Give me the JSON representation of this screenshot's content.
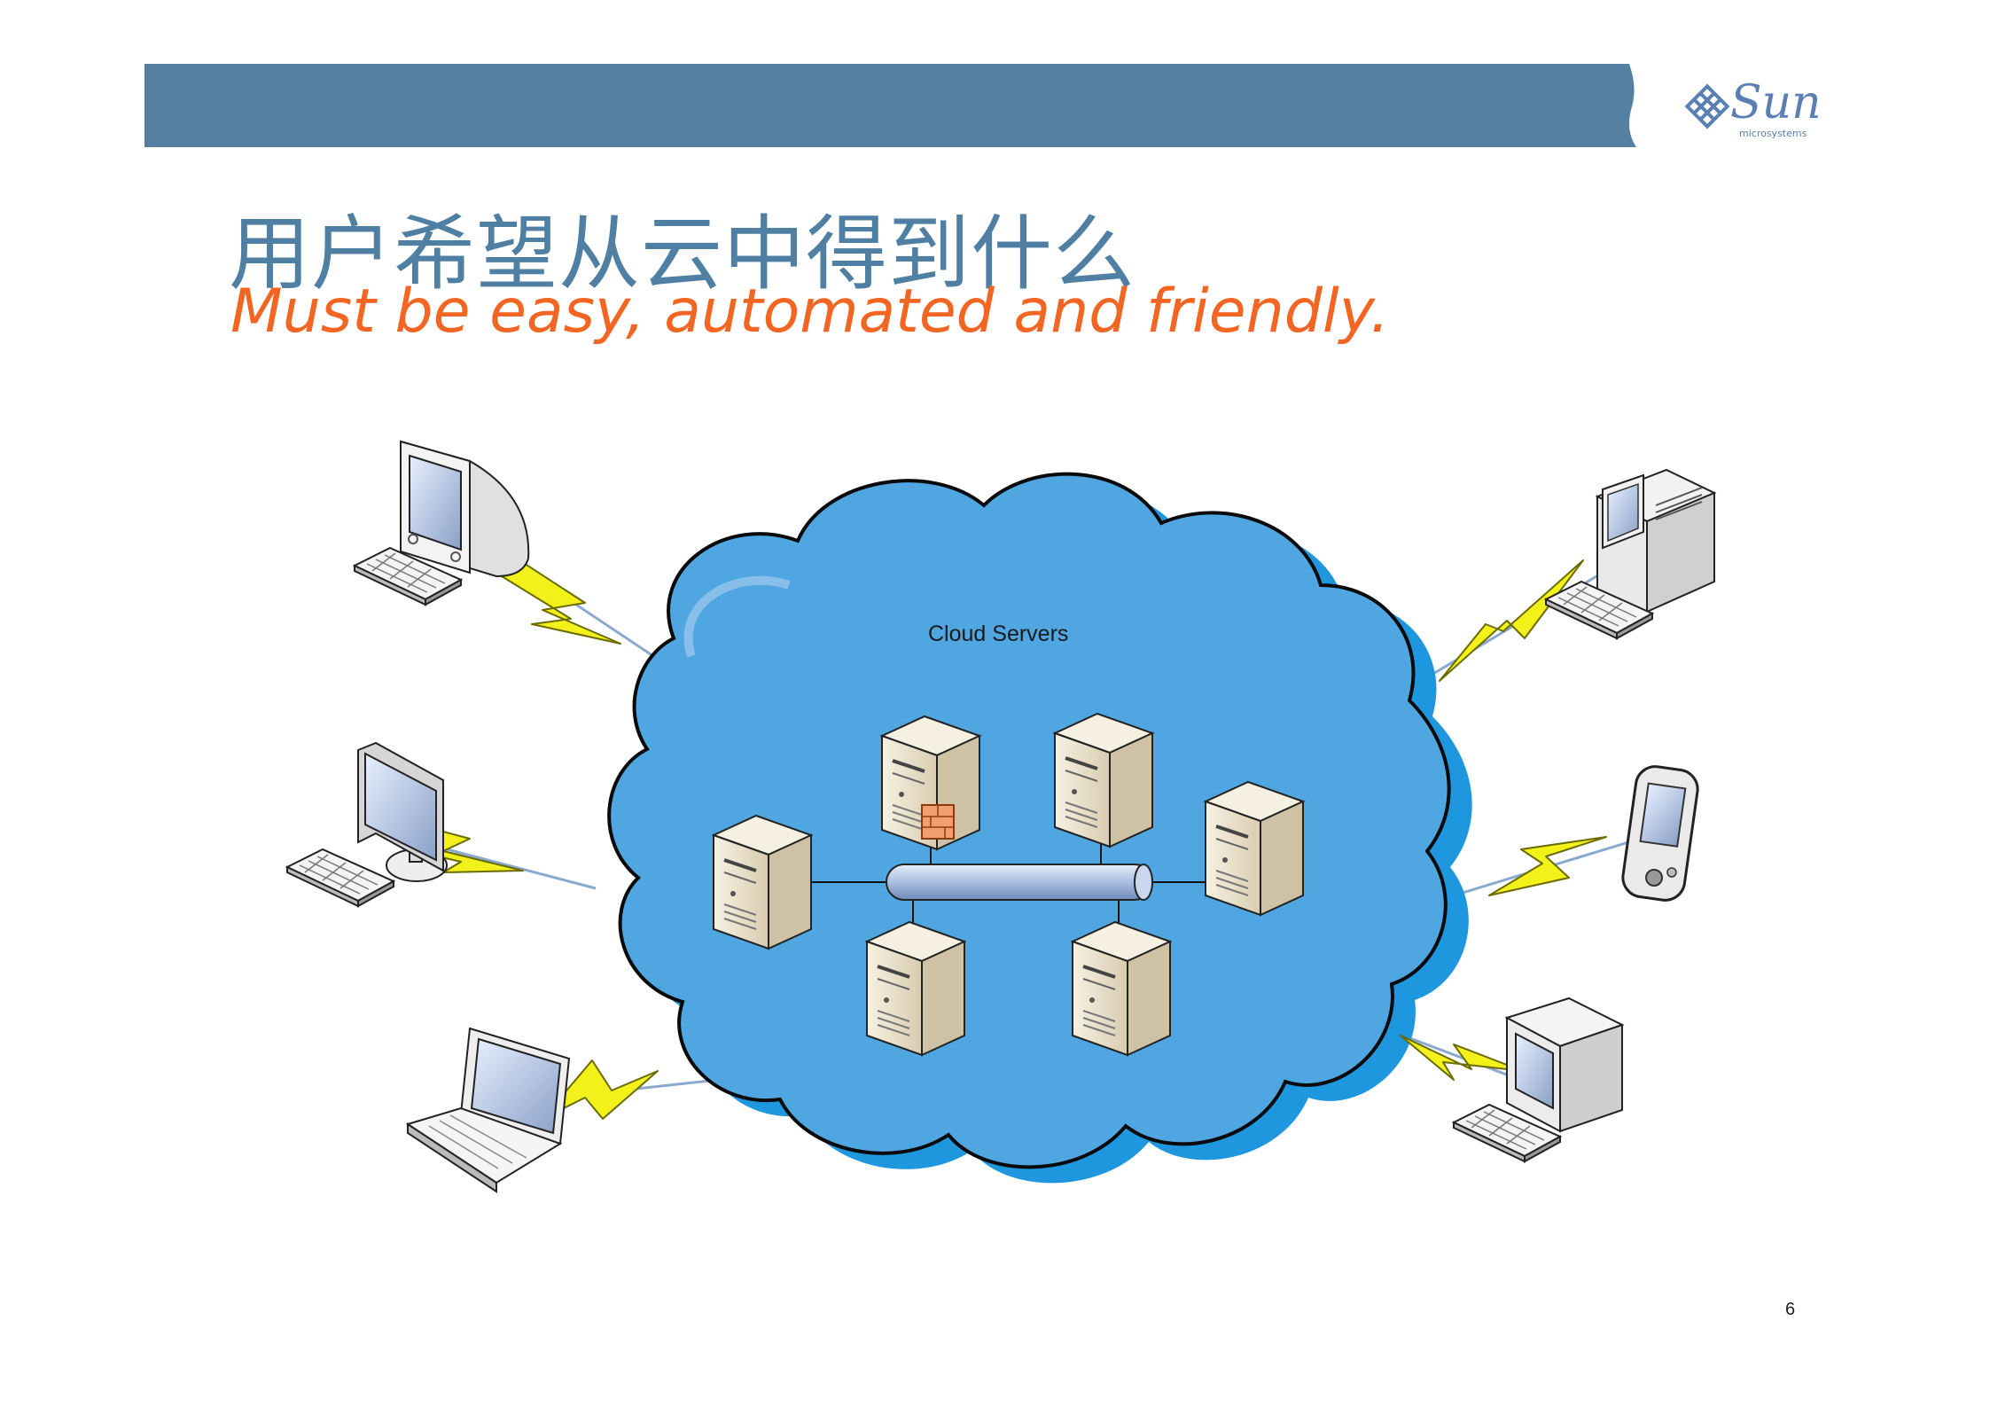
{
  "slide": {
    "title": "用户希望从云中得到什么",
    "subtitle": "Must be easy, automated and friendly.",
    "page_number": "6"
  },
  "logo": {
    "word": "Sun",
    "sub": "microsystems"
  },
  "diagram": {
    "cloud_label": "Cloud Servers",
    "clients": [
      "crt-monitor-desktop",
      "tower-desktop",
      "lcd-desktop",
      "pda",
      "laptop",
      "cube-desktop"
    ],
    "servers": [
      "server-left",
      "server-top-left",
      "server-top-right",
      "server-right",
      "server-bottom-left",
      "server-bottom-right"
    ]
  },
  "colors": {
    "banner": "#5580a2",
    "title": "#4f7fa3",
    "subtitle": "#f26522",
    "cloud_fill": "#4fa6e1",
    "cloud_shadow": "#1f97df",
    "lightning": "#f2f21a"
  }
}
